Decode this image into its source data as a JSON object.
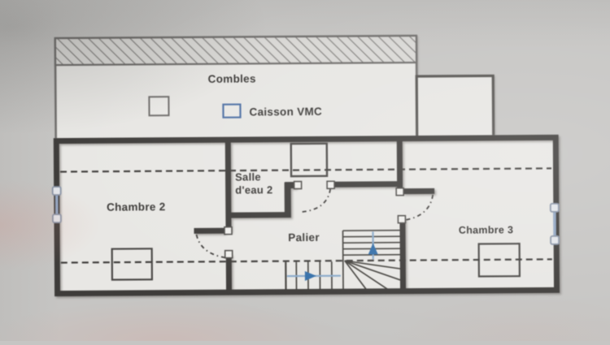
{
  "plan": {
    "rooms": {
      "combles": "Combles",
      "chambre2": "Chambre 2",
      "salle_eau_line1": "Salle",
      "salle_eau_line2": "d'eau 2",
      "palier": "Palier",
      "chambre3": "Chambre 3"
    },
    "legend": {
      "caisson_vmc": "Caisson VMC"
    },
    "icons": {
      "stair_arrow_up": "triangle-up",
      "stair_arrow_right": "triangle-right",
      "window_marker": "double-node-blue-line",
      "door_swing": "dash-dot-arc",
      "roof_hatch": "diagonal-hatch"
    },
    "colors": {
      "wall": "#3e3c3a",
      "paper": "#e8e7e4",
      "photo_background": "#c6c5c3",
      "stair_arrow_blue": "#2f6fae",
      "stair_line_blue": "#85a8cc",
      "window_blue": "#8fa6c6",
      "legend_box_blue": "#4a6fa8",
      "hatch_gray": "#7b7977"
    }
  }
}
